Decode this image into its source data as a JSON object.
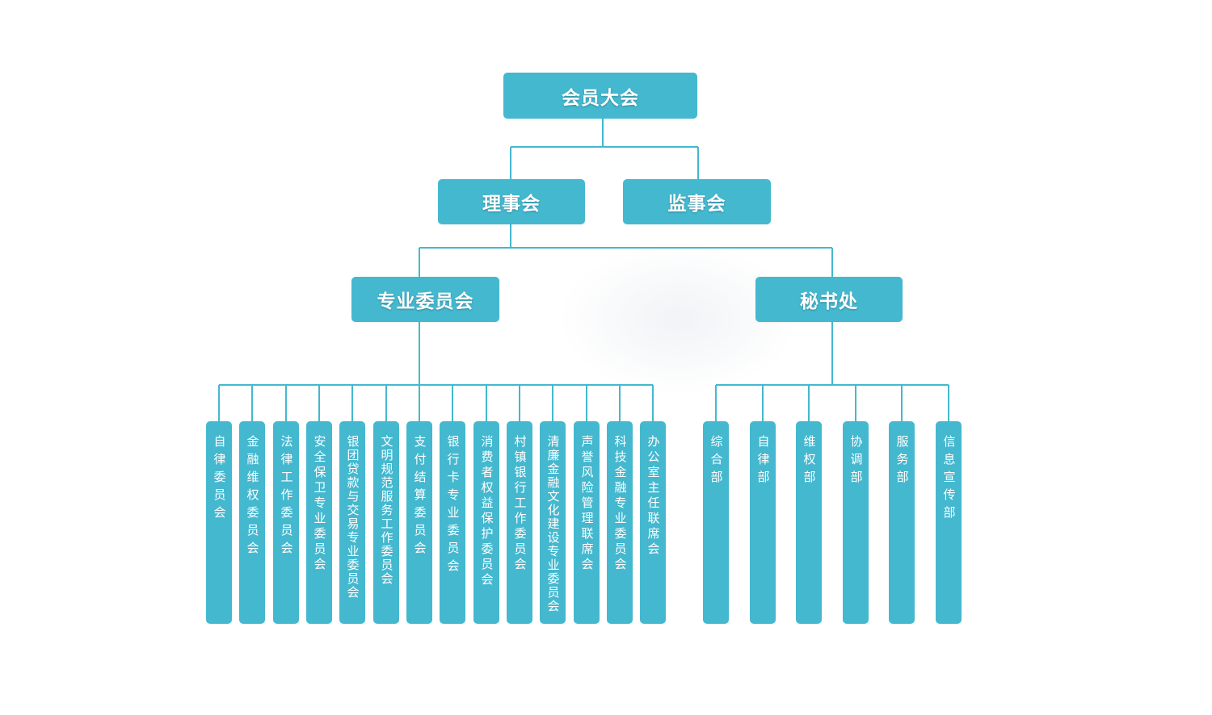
{
  "chart": {
    "root": "会员大会",
    "level2": {
      "board": "理事会",
      "supervisory": "监事会"
    },
    "level3": {
      "committees": "专业委员会",
      "secretariat": "秘书处"
    },
    "committee_items": [
      "自律委员会",
      "金融维权委员会",
      "法律工作委员会",
      "安全保卫专业委员会",
      "银团贷款与交易专业委员会",
      "文明规范服务工作委员会",
      "支付结算委员会",
      "银行卡专业委员会",
      "消费者权益保护委员会",
      "村镇银行工作委员会",
      "清廉金融文化建设专业委员会",
      "声誉风险管理联席会",
      "科技金融专业委员会",
      "办公室主任联席会"
    ],
    "secretariat_items": [
      "综合部",
      "自律部",
      "维权部",
      "协调部",
      "服务部",
      "信息宣传部"
    ]
  },
  "colors": {
    "box": "#44b8cf",
    "line": "#44b8cf",
    "text": "#ffffff"
  }
}
